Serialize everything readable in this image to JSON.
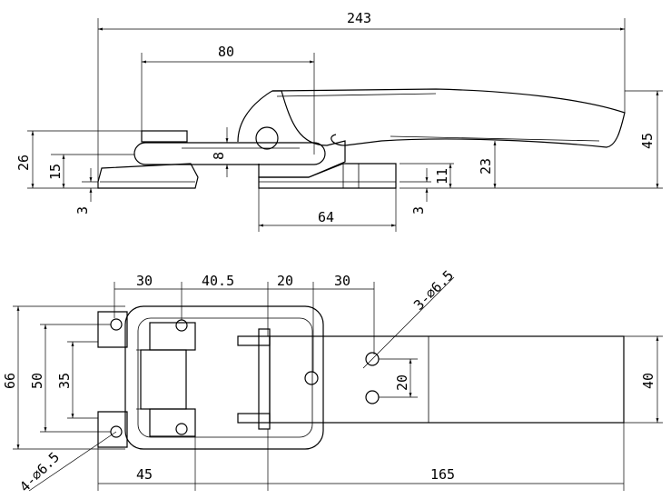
{
  "drawing": {
    "side_view": {
      "dim_overall_length": "243",
      "dim_80": "80",
      "dim_64": "64",
      "dim_45": "45",
      "dim_26": "26",
      "dim_15": "15",
      "dim_8": "8",
      "dim_23": "23",
      "dim_11": "11",
      "dim_3_left": "3",
      "dim_3_right": "3"
    },
    "top_view": {
      "dim_30_a": "30",
      "dim_40_5": "40.5",
      "dim_20_a": "20",
      "dim_30_b": "30",
      "dim_holes_3": "3-⌀6.5",
      "dim_holes_4": "4-⌀6.5",
      "dim_66": "66",
      "dim_50": "50",
      "dim_35": "35",
      "dim_20_b": "20",
      "dim_40": "40",
      "dim_45": "45",
      "dim_165": "165"
    }
  }
}
